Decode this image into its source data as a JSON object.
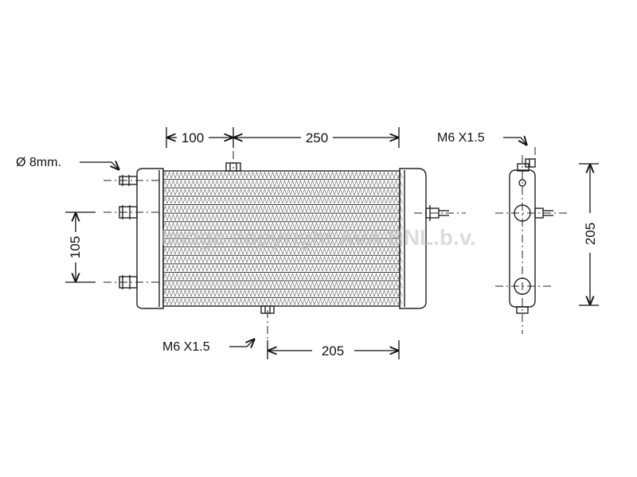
{
  "labels": {
    "pipe_diameter": "Ø 8mm.",
    "dim_100": "100",
    "dim_250": "250",
    "dim_105": "105",
    "dim_205_bottom": "205",
    "dim_205_side": "205",
    "thread_top": "M6 X1.5",
    "thread_bottom": "M6 X1.5",
    "watermark": "Image copyright AVA BNL.b.v."
  },
  "colors": {
    "line": "#222222",
    "watermark": "#bfbfbf"
  }
}
